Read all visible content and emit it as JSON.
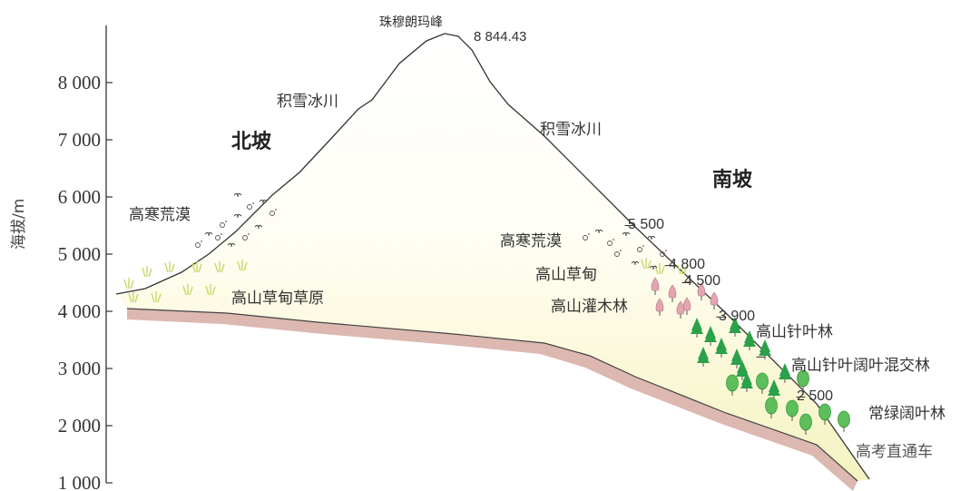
{
  "axis": {
    "label": "海拔/m",
    "ticks": [
      "8 000",
      "7 000",
      "6 000",
      "5 000",
      "4 000",
      "3 000",
      "2 000",
      "1 000"
    ],
    "tick_values": [
      8000,
      7000,
      6000,
      5000,
      4000,
      3000,
      2000,
      1000
    ]
  },
  "peak": {
    "name": "珠穆朗玛峰",
    "height_label": "8 844.43",
    "height": 8844.43
  },
  "north": {
    "title": "北坡",
    "zones": [
      "积雪冰川",
      "高寒荒漠",
      "高山草甸草原"
    ]
  },
  "south": {
    "title": "南坡",
    "zones": [
      "积雪冰川",
      "高寒荒漠",
      "高山草甸",
      "高山灌木林",
      "高山针叶林",
      "高山针叶阔叶混交林",
      "常绿阔叶林"
    ],
    "boundaries": [
      "5 500",
      "4 800",
      "4 500",
      "3 900",
      "2 500"
    ],
    "boundary_values": [
      5500,
      4800,
      4500,
      3900,
      2500
    ]
  },
  "watermark": "高考直通车",
  "colors": {
    "ground": "#fbf8dc",
    "crust": "#dcb8b0",
    "conifer": "#2aa14a",
    "broadleaf": "#5cbf5c",
    "shrub": "#e3a6b0",
    "grass": "#c8d86a"
  }
}
